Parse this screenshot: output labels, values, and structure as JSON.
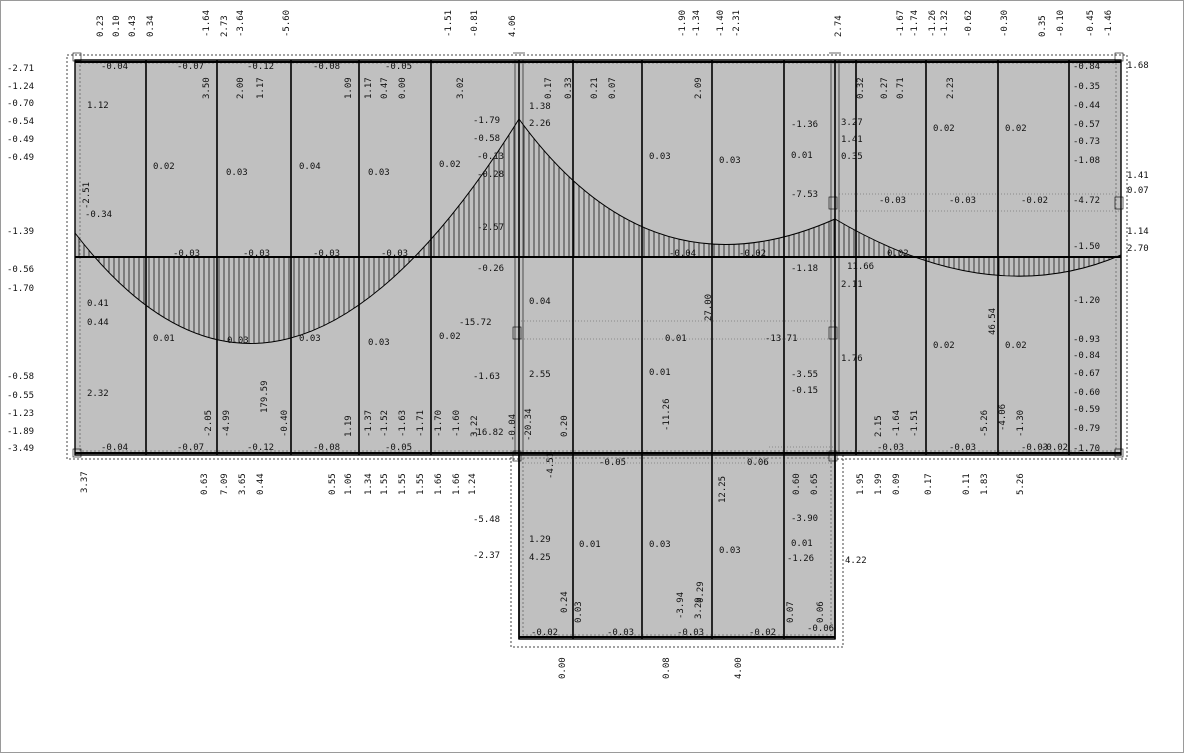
{
  "diagram": {
    "top_labels": [
      "0.23",
      "0.10",
      "0.43",
      "0.34",
      "-1.64",
      "2.73",
      "-3.64",
      "-5.60",
      "-1.51",
      "-0.81",
      "4.06",
      "-1.90",
      "-1.34",
      "-1.40",
      "-2.31",
      "2.74",
      "-1.67",
      "-1.74",
      "-1.26",
      "-1.32",
      "-0.62",
      "-0.30",
      "0.35",
      "-0.10",
      "-0.45",
      "-1.46"
    ],
    "left_labels": [
      "-2.71",
      "-1.24",
      "-0.70",
      "-0.54",
      "-0.49",
      "-0.49",
      "-1.39",
      "-0.56",
      "-1.70",
      "-0.58",
      "-0.55",
      "-1.23",
      "-1.89",
      "-3.49"
    ],
    "right_labels": [
      "-0.84",
      "-0.35",
      "-0.44",
      "-0.57",
      "-0.73",
      "-1.08",
      "-4.72",
      "-1.50",
      "-1.20",
      "-0.93",
      "-0.84",
      "-0.67",
      "-0.60",
      "-0.59",
      "-0.79",
      "-1.70"
    ],
    "far_right_labels": [
      "1.68",
      "1.41",
      "0.07",
      "1.14",
      "2.70"
    ],
    "bottom_labels": [
      "3.37",
      "0.63",
      "7.09",
      "3.65",
      "0.44",
      "0.55",
      "1.06",
      "1.34",
      "1.55",
      "1.55",
      "1.55",
      "1.66",
      "1.66",
      "1.24",
      "0.60",
      "0.65",
      "1.95",
      "1.99",
      "0.09",
      "0.17",
      "0.11",
      "1.83",
      "5.26"
    ],
    "annex_bottom_labels": [
      "0.00",
      "0.08",
      "4.00"
    ],
    "annex_left_labels": [
      "-5.48",
      "-2.37"
    ],
    "annex_right_labels": [
      "4.22"
    ],
    "cell_values": [
      "1.12",
      "0.02",
      "0.03",
      "0.04",
      "0.03",
      "0.02",
      "-0.34",
      "-0.03",
      "-0.03",
      "-0.03",
      "-0.03",
      "0.41",
      "0.44",
      "0.01",
      "0.03",
      "0.03",
      "0.03",
      "0.02",
      "2.32",
      "-0.04",
      "-0.07",
      "-0.12",
      "-0.08",
      "-0.05",
      "-0.04",
      "-0.07",
      "-0.12",
      "-0.08",
      "-0.05",
      "1.38",
      "2.26",
      "0.03",
      "0.03",
      "0.01",
      "0.35",
      "-1.79",
      "-0.58",
      "-0.13",
      "-0.28",
      "-2.57",
      "-1.36",
      "-7.53",
      "-0.26",
      "0.04",
      "-15.72",
      "0.01",
      "0.01",
      "-13.71",
      "-1.63",
      "2.55",
      "-0.04",
      "-0.02",
      "-1.18",
      "-3.55",
      "-0.15",
      "-0.05",
      "0.06",
      "3.27",
      "1.41",
      "0.02",
      "0.02",
      "-0.03",
      "-0.03",
      "-0.02",
      "11.66",
      "2.11",
      "0.02",
      "1.76",
      "0.02",
      "0.02",
      "-0.03",
      "-0.03",
      "-0.03",
      "-0.02",
      "1.29",
      "4.25",
      "0.01",
      "0.03",
      "0.03",
      "0.01",
      "-1.26",
      "-3.90",
      "-0.02",
      "-0.03",
      "-0.03",
      "-0.02",
      "-0.06",
      "27.00",
      "46.54",
      "179.59",
      "12.25",
      "-11.26",
      "-3.94",
      "3.29",
      "-16.82"
    ],
    "rotated_values": [
      "3.50",
      "2.00",
      "1.17",
      "1.09",
      "1.17",
      "0.47",
      "0.00",
      "3.02",
      "-2.51",
      "0.17",
      "0.33",
      "0.21",
      "0.07",
      "2.09",
      "0.32",
      "0.27",
      "0.71",
      "2.23",
      "-4.99",
      "-0.40",
      "1.19",
      "-1.37",
      "-1.52",
      "-1.63",
      "-1.71",
      "-1.70",
      "-1.60",
      "3.22",
      "-0.04",
      "-20.34",
      "0.20",
      "0.24",
      "0.03",
      "0.29",
      "0.07",
      "0.06",
      "2.15",
      "-1.64",
      "-1.51",
      "-5.26",
      "-4.06",
      "-1.30",
      "-4.51",
      "-2.05"
    ],
    "colors": {
      "slab": "#c0c0c0",
      "line": "#000000",
      "background": "#ffffff"
    }
  }
}
